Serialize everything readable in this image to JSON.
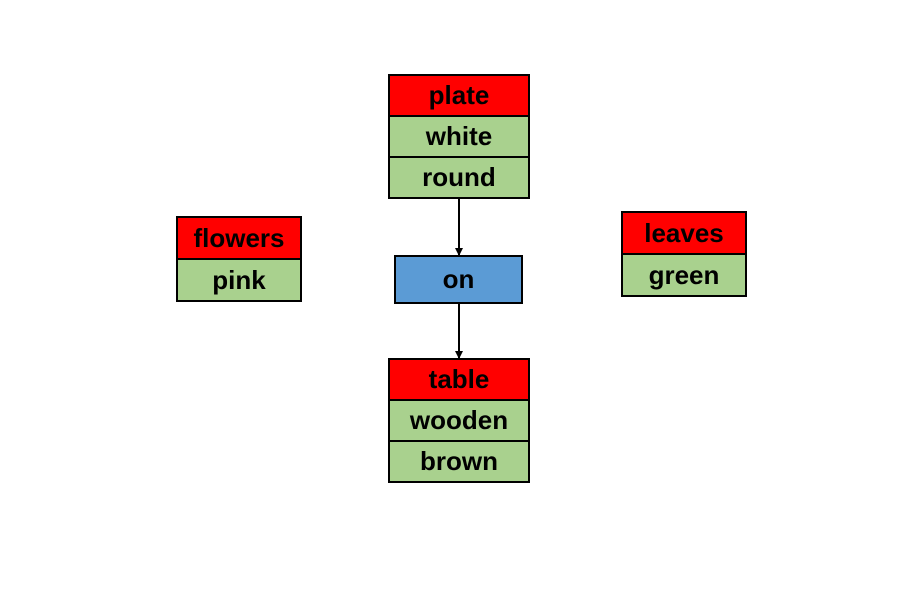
{
  "nodes": {
    "plate": {
      "label": "plate",
      "attributes": [
        "white",
        "round"
      ]
    },
    "table": {
      "label": "table",
      "attributes": [
        "wooden",
        "brown"
      ]
    },
    "flowers": {
      "label": "flowers",
      "attributes": [
        "pink"
      ]
    },
    "leaves": {
      "label": "leaves",
      "attributes": [
        "green"
      ]
    }
  },
  "relations": [
    {
      "label": "on",
      "from": "plate",
      "to": "table"
    }
  ],
  "colors": {
    "object": "#ff0000",
    "attribute": "#a9d18e",
    "relation": "#5b9bd5",
    "border": "#000000"
  }
}
